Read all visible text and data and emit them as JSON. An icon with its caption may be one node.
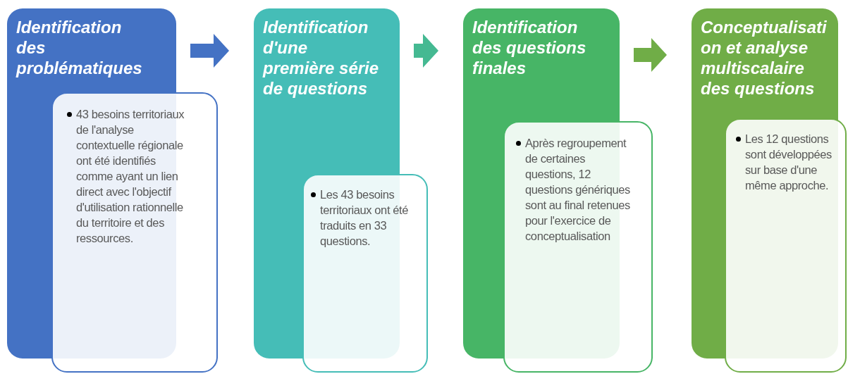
{
  "diagram": {
    "nodes": [
      {
        "text": [
          "Identification des problématiques"
        ]
      },
      {
        "text": [
          "43 besoins territoriaux de l'analyse contextuelle régionale ont été identifiés comme ayant un lien direct avec l'objectif d'utilisation rationnelle du territoire et des ressources."
        ]
      },
      {
        "text": [
          "Identification d'une première série de questions"
        ]
      },
      {
        "text": [
          "Les 43 besoins territoriaux ont été traduits en 33 questions."
        ]
      },
      {
        "text": [
          "Identification des questions finales"
        ]
      },
      {
        "text": [
          "Après regroupement de certaines questions, 12 questions génériques sont au final retenues pour l'exercice de conceptualisation"
        ]
      },
      {
        "text": [
          "Conceptualisation et analyse multiscalaire des questions"
        ]
      },
      {
        "text": [
          "Les 12 questions sont développées sur base d'une même approche."
        ]
      }
    ],
    "edges": [
      {
        "from": 0,
        "to": 2,
        "arrow": "to",
        "color": "#4472c4"
      },
      {
        "from": 2,
        "to": 4,
        "arrow": "to",
        "color": "#45b992"
      },
      {
        "from": 4,
        "to": 6,
        "arrow": "to",
        "color": "#70ad47"
      }
    ]
  }
}
